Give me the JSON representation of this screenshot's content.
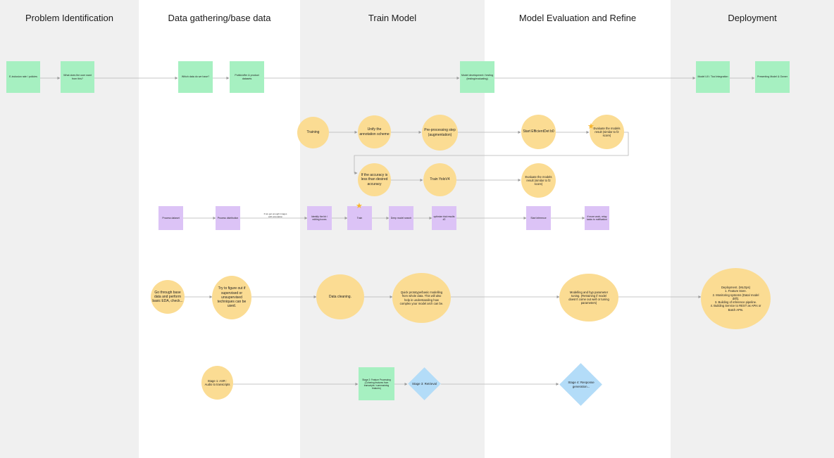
{
  "columns": [
    {
      "title": "Problem Identification"
    },
    {
      "title": "Data gathering/base data"
    },
    {
      "title": "Train Model"
    },
    {
      "title": "Model Evaluation and Refine"
    },
    {
      "title": "Deployment"
    }
  ],
  "row1": {
    "n1": "E-inclusion rate / policies",
    "n2": "What does the user want from this?",
    "n3": "Which data do we have?",
    "n4": "Public/offer & product datasets",
    "n5": "Model development / testing (testing/evaluating)",
    "n6": "Model UX / Tool integration",
    "n7": "Presenting Model & Owner"
  },
  "row2": {
    "training": "Training",
    "unify": "Unify the annotation scheme",
    "preprocess": "Pre-processing step (augmentation)",
    "start": "Start EfficientDet b0",
    "evaluate1": "Evaluate the models result (similar to f2 score)",
    "accuracy": "If the accuracy is less than desired accuracy",
    "train_yolo": "Train YoloV4",
    "evaluate2": "Evaluate the models result (similar to f2 score)"
  },
  "row3": {
    "p1": "Process dataset",
    "p2": "Process distribution",
    "note": "If we get enough images with annotation",
    "p3": "Identify the bb / editing boxes",
    "p4": "Train",
    "p5": "Deep model search",
    "p6": "optimize trial results #2",
    "p7": "Start Inference",
    "p8": "If more work, relay tasks to notification"
  },
  "row4": {
    "go_through": "Go through base data and perform basic EDA, check...",
    "figure_out": "Try to figure out if supervised or unsupervised techniques can be used.",
    "cleaning": "Data cleaning.",
    "prototype": "Quick prototype/basic modelling from whole data. This will also help in understanding how complex your model arch can be.",
    "modelling": "Modelling and hyp parameter tuning. (Retraining if model doesn't come out well or tuning parameters)",
    "deployment_title": "Deployment. (MLOps)",
    "deployment_items": [
      "1. Feature store.",
      "2. Monitoring systems (Data/ model drift).",
      "3. Building of inference pipeline.",
      "4. Building Service to REST as APIs or Batch APIs."
    ]
  },
  "row5": {
    "stage1": "Stage 1: ASR : Audio to transcripts",
    "stage2": "Stage 2: Feature Processing (Cohering features from transcripts / summarizing features)",
    "stage3": "Stage 3: Retrieval",
    "stage4": "Stage 4: Response generation..."
  },
  "colors": {
    "green": "#a6f0c1",
    "purple": "#dcc3f6",
    "yellow": "#fbdc93",
    "blue": "#b3dcf8",
    "gray_column": "#f0f0f0",
    "star": "#f7b52d"
  }
}
